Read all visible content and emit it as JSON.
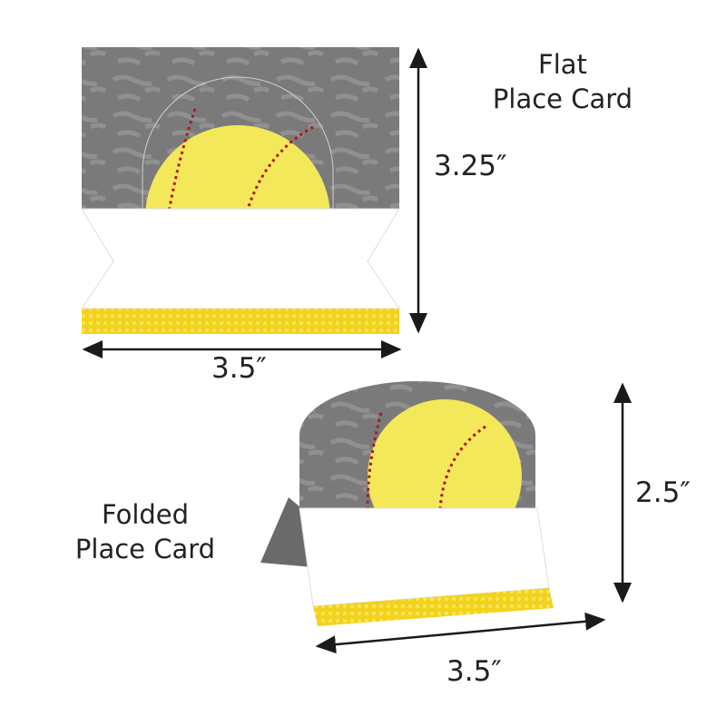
{
  "flat": {
    "title_line1": "Flat",
    "title_line2": "Place Card",
    "height_label": "3.25″",
    "width_label": "3.5″"
  },
  "folded": {
    "title_line1": "Folded",
    "title_line2": "Place Card",
    "height_label": "2.5″",
    "width_label": "3.5″"
  },
  "colors": {
    "gray": "#7d7d7d",
    "ball": "#f3e85a",
    "stitch": "#b0141e",
    "stripe": "#f2d21c",
    "dark": "#1a1a1a"
  }
}
